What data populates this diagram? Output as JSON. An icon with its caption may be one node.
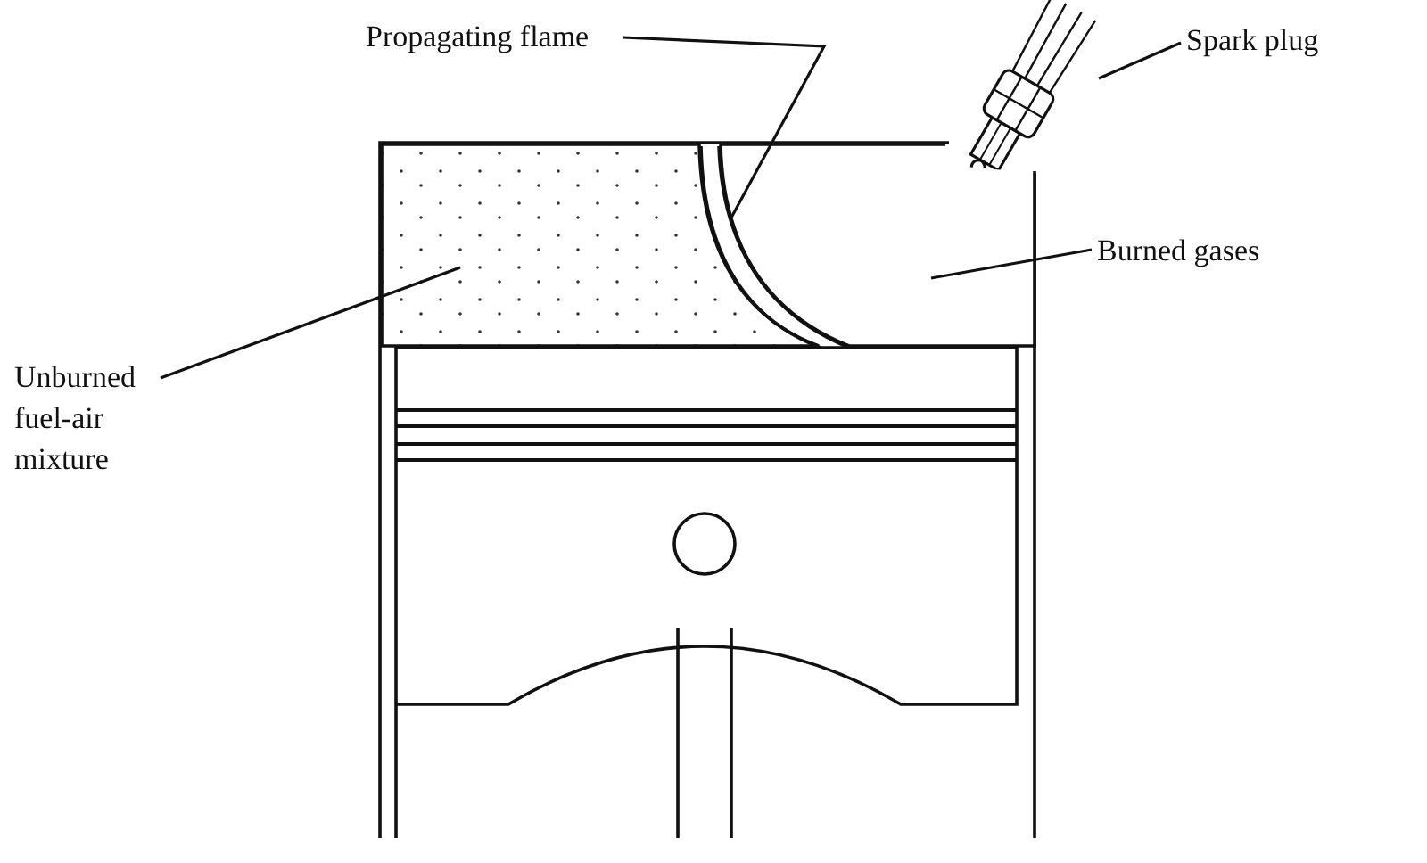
{
  "diagram": {
    "nodes": [
      {
        "text": [
          "Propagating flame"
        ]
      },
      {
        "text": [],
        "shape": "arc"
      },
      {
        "text": [
          "Spark plug"
        ]
      },
      {
        "text": [],
        "shape": "plug"
      },
      {
        "text": [
          "Burned gases"
        ]
      },
      {
        "text": [],
        "shape": "region"
      },
      {
        "text": [
          "Unburned fuel-air mixture"
        ]
      },
      {
        "text": [],
        "shape": "region"
      }
    ],
    "edges": [
      {
        "from": 0,
        "to": 1,
        "arrow": "none"
      },
      {
        "from": 2,
        "to": 3,
        "arrow": "none"
      },
      {
        "from": 4,
        "to": 5,
        "arrow": "none"
      },
      {
        "from": 6,
        "to": 7,
        "arrow": "none"
      }
    ]
  }
}
